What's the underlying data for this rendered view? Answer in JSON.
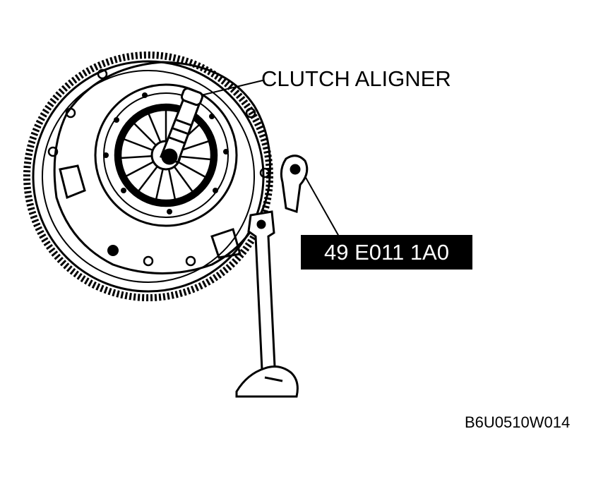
{
  "labels": {
    "clutch_aligner": "CLUTCH ALIGNER",
    "tool_number": "49 E011 1A0",
    "figure_code": "B6U0510W014"
  },
  "colors": {
    "ink": "#000000",
    "paper": "#ffffff"
  },
  "icons": {
    "flywheel": "flywheel-icon",
    "clutch_cover": "clutch-cover-icon",
    "aligner_tool": "clutch-aligner-icon",
    "lock_tool": "flywheel-lock-icon",
    "hand": "hand-icon"
  }
}
